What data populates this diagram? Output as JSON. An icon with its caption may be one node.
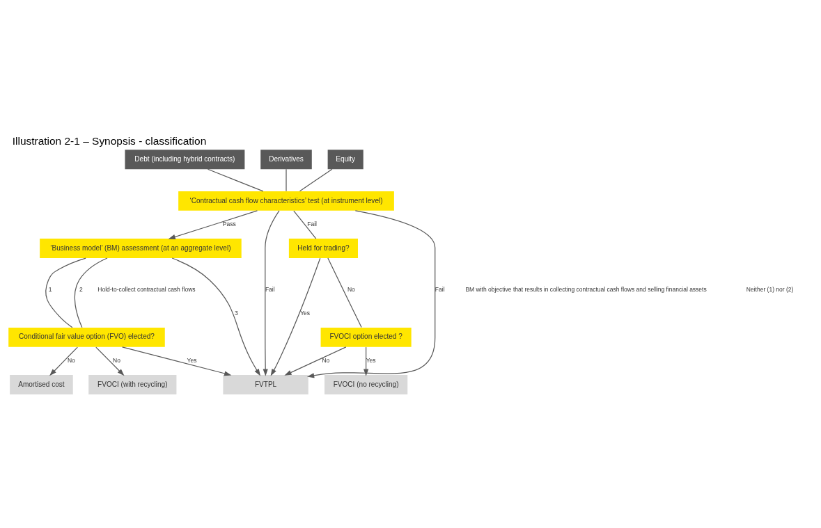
{
  "diagram": {
    "title": "Illustration 2-1 – Synopsis - classification",
    "nodes": [
      {
        "text": [
          "Debt (including hybrid contracts)"
        ]
      },
      {
        "text": [
          "Derivatives"
        ]
      },
      {
        "text": [
          "Equity"
        ]
      },
      {
        "text": [
          "‘Contractual cash flow characteristics’ test (at instrument level)"
        ]
      },
      {
        "text": [
          "‘Business model’ (BM) assessment (at an aggregate level)"
        ]
      },
      {
        "text": [
          "Held for trading?"
        ]
      },
      {
        "text": [
          "Conditional fair value option (FVO) elected?"
        ]
      },
      {
        "text": [
          "FVOCI option elected ?"
        ]
      },
      {
        "text": [
          "Amortised cost"
        ]
      },
      {
        "text": [
          "FVOCI (with recycling)"
        ]
      },
      {
        "text": [
          "FVTPL"
        ]
      },
      {
        "text": [
          "FVOCI (no recycling)"
        ]
      }
    ],
    "edges": [
      {
        "from": 0,
        "to": 3,
        "arrow": "none"
      },
      {
        "from": 1,
        "to": 3,
        "arrow": "none"
      },
      {
        "from": 2,
        "to": 3,
        "arrow": "none"
      },
      {
        "from": 3,
        "to": 4,
        "arrow": "to",
        "label": "Pass"
      },
      {
        "from": 3,
        "to": 10,
        "arrow": "to",
        "label": "Fail"
      },
      {
        "from": 3,
        "to": 10,
        "arrow": "to",
        "label": "Fail"
      },
      {
        "from": 3,
        "to": 5,
        "arrow": "none",
        "label": "Fail"
      },
      {
        "from": 4,
        "to": 6,
        "arrow": "none",
        "label": "1"
      },
      {
        "from": 4,
        "to": 6,
        "arrow": "none",
        "label": "2"
      },
      {
        "from": 4,
        "to": 10,
        "arrow": "to",
        "label": "3"
      },
      {
        "from": 6,
        "to": 8,
        "arrow": "to",
        "label": "No"
      },
      {
        "from": 6,
        "to": 9,
        "arrow": "to",
        "label": "No"
      },
      {
        "from": 6,
        "to": 10,
        "arrow": "to",
        "label": "Yes"
      },
      {
        "from": 5,
        "to": 10,
        "arrow": "to",
        "label": "Yes"
      },
      {
        "from": 5,
        "to": 7,
        "arrow": "none",
        "label": "No"
      },
      {
        "from": 7,
        "to": 10,
        "arrow": "to",
        "label": "No"
      },
      {
        "from": 7,
        "to": 11,
        "arrow": "to",
        "label": "Yes"
      }
    ],
    "labels": [
      "Hold-to-collect contractual cash flows",
      "BM with objective that results in collecting contractual cash flows and selling financial assets",
      "Neither (1) nor (2)"
    ]
  }
}
